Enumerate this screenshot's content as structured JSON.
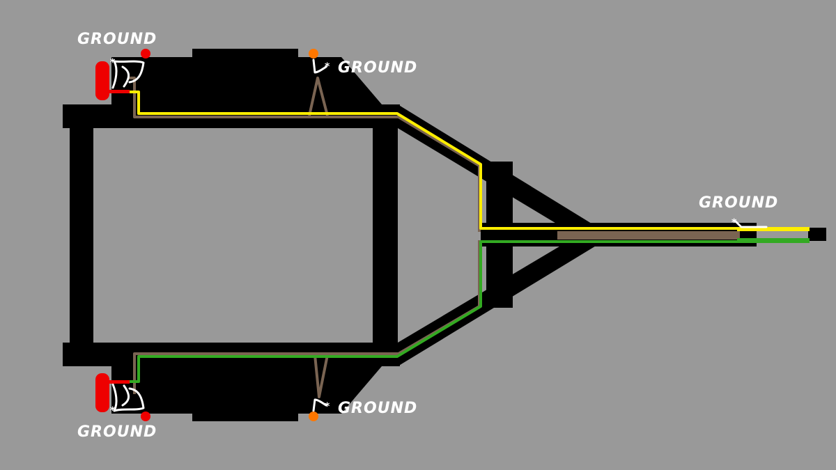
{
  "labels": {
    "ground_rear_top": "GROUND",
    "ground_marker_top": "GROUND",
    "ground_tongue": "GROUND",
    "ground_marker_bottom": "GROUND",
    "ground_rear_bottom": "GROUND"
  },
  "colors": {
    "background": "#999999",
    "frame": "#000000",
    "wire_yellow": "#ffee00",
    "wire_green": "#33aa22",
    "wire_brown": "#7a6452",
    "wire_white": "#ffffff",
    "tail_light": "#ee0000",
    "marker_light": "#ff7700"
  }
}
